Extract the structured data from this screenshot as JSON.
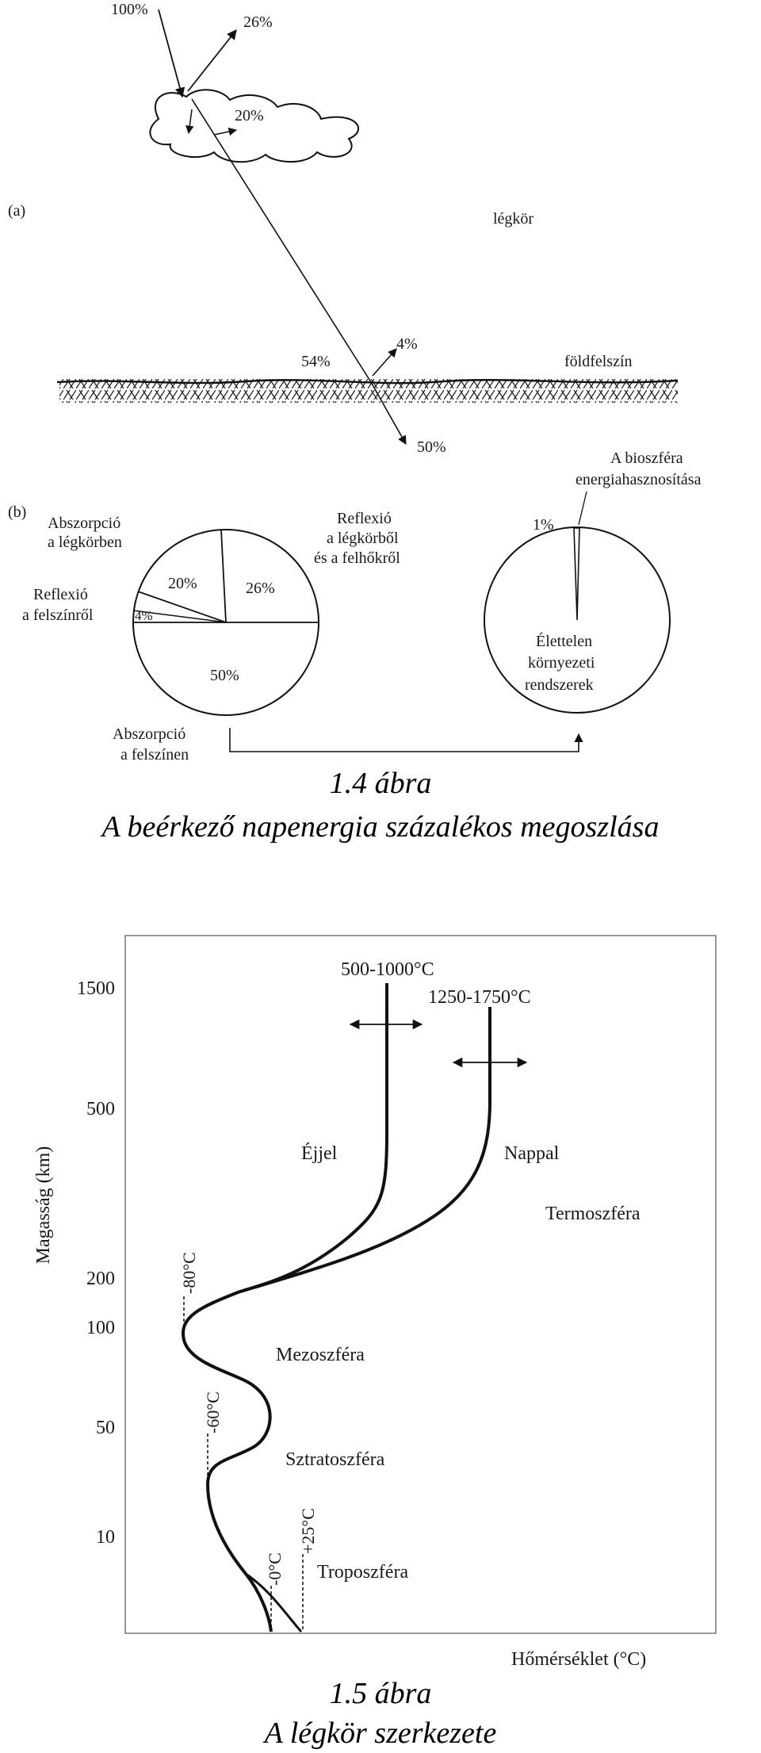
{
  "fig14": {
    "labels": {
      "a": "(a)",
      "b": "(b)",
      "in_100": "100%",
      "out_26": "26%",
      "cloud_20": "20%",
      "atmosphere": "légkör",
      "surface_54": "54%",
      "refl_4": "4%",
      "surface": "földfelszín",
      "absorbed_50": "50%",
      "bio_line1": "A bioszféra",
      "bio_line2": "energiahasznosítása",
      "abs_atm_line1": "Abszorpció",
      "abs_atm_line2": "a légkörben",
      "refl_atm_line1": "Reflexió",
      "refl_atm_line2": "a légkörből",
      "refl_atm_line3": "és  a felhőkről",
      "refl_surf_line1": "Reflexió",
      "refl_surf_line2": "a felszínről",
      "abs_surf_line1": "Abszorpció",
      "abs_surf_line2": "a felszínen",
      "pie_20": "20%",
      "pie_26": "26%",
      "pie_4": "4%",
      "pie_50": "50%",
      "pie2_1": "1%",
      "nonliving_line1": "Élettelen",
      "nonliving_line2": "környezeti",
      "nonliving_line3": "rendszerek"
    },
    "pie_slices": [
      {
        "label": "Reflexió a légkörből és a felhőkről",
        "value": 26
      },
      {
        "label": "Abszorpció a légkörben",
        "value": 20
      },
      {
        "label": "Reflexió a felszínről",
        "value": 4
      },
      {
        "label": "Abszorpció a felszínen",
        "value": 50
      }
    ],
    "caption_line1": "1.4 ábra",
    "caption_line2": "A beérkező napenergia százalékos megoszlása"
  },
  "fig15": {
    "y_axis_label": "Magasság (km)",
    "x_axis_label": "Hőmérséklet (°C)",
    "y_ticks": [
      "1500",
      "500",
      "200",
      "100",
      "50",
      "10"
    ],
    "labels": {
      "night_range": "500-1000°C",
      "day_range": "1250-1750°C",
      "night": "Éjjel",
      "day": "Nappal",
      "thermosphere": "Termoszféra",
      "mesosphere": "Mezoszféra",
      "stratosphere": "Sztratoszféra",
      "troposphere": "Troposzféra",
      "t_minus80": "-80°C",
      "t_minus60": "-60°C",
      "t_0": "-0°C",
      "t_25": "+25°C"
    },
    "caption_line1": "1.5 ábra",
    "caption_line2": "A légkör szerkezete"
  }
}
